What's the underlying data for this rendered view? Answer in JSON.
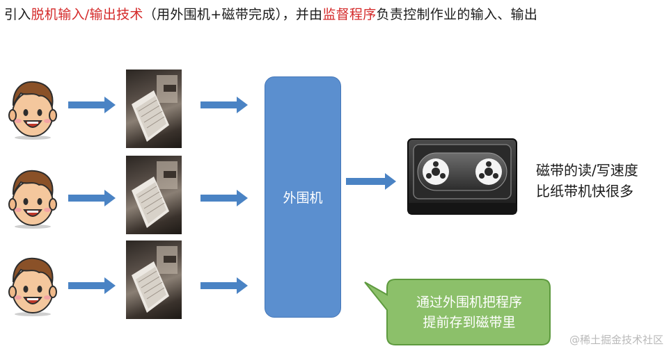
{
  "title": {
    "p1": "引入",
    "h1": "脱机输入/输出技术",
    "p2": "（用外围机+磁带完成），并由",
    "h2": "监督程序",
    "p3": "负责控制作业的输入、输出"
  },
  "users": [
    {
      "icon": "smiling-face-icon"
    },
    {
      "icon": "smiling-face-icon"
    },
    {
      "icon": "smiling-face-icon"
    }
  ],
  "punch_card_readers": [
    {
      "icon": "punch-card-reader-icon"
    },
    {
      "icon": "punch-card-reader-icon"
    },
    {
      "icon": "punch-card-reader-icon"
    }
  ],
  "peripheral_label": "外围机",
  "tape_icon": "magnetic-tape-icon",
  "speed_note": {
    "line1": "磁带的读/写速度",
    "line2": "比纸带机快很多"
  },
  "callout": {
    "line1": "通过外围机把程序",
    "line2": "提前存到磁带里"
  },
  "watermark": "@稀土掘金技术社区",
  "colors": {
    "highlight": "#d42a2a",
    "arrow": "#4a83c4",
    "peripheral_box": "#5b8fcf",
    "callout_fill": "#8cc06a",
    "callout_border": "#5e9a3f"
  }
}
